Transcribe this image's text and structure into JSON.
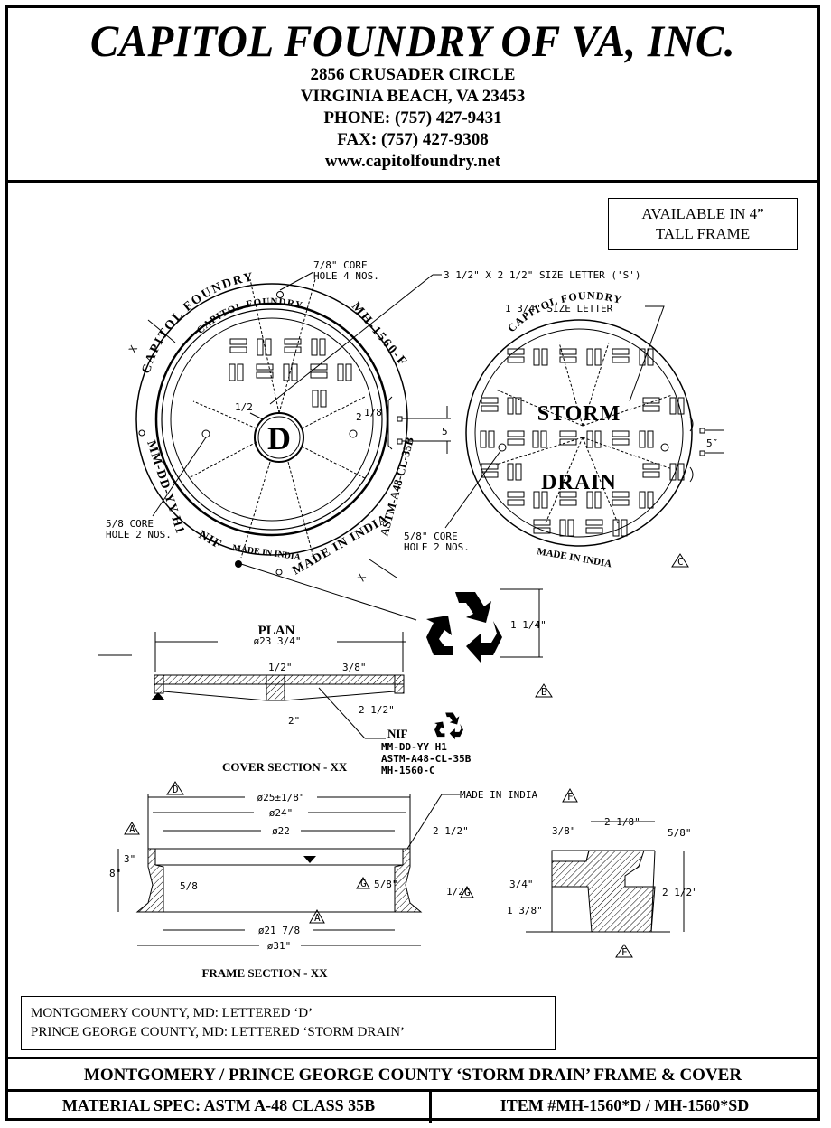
{
  "header": {
    "company": "CAPITOL FOUNDRY OF VA, INC.",
    "address_line1": "2856 CRUSADER CIRCLE",
    "address_line2": "VIRGINIA BEACH, VA 23453",
    "phone": "PHONE: (757) 427-9431",
    "fax": "FAX: (757) 427-9308",
    "website": "www.capitolfoundry.net"
  },
  "availability_note": {
    "line1": "AVAILABLE IN 4”",
    "line2": "TALL FRAME"
  },
  "cover_d": {
    "rim_text_top": "CAPITOL FOUNDRY",
    "rim_text_right": "MH-1560-F",
    "inner_text_top": "CAPITOL FOUNDRY",
    "rim_text_left": "MM-DD-YY H1",
    "rim_text_bottom": "NIF  MADE IN INDIA  ASTM-A48-CL-35B",
    "inner_text_bottom": "MADE IN INDIA",
    "center_letter": "D",
    "label_core_top": "7/8\" CORE",
    "label_core_top2": "HOLE 4 NOS.",
    "label_core_bottom": "5/8 CORE",
    "label_core_bottom2": "HOLE 2 NOS.",
    "dim_half": "1/2",
    "dim_two_eighth": "2",
    "dim_two_eighth_frac": "1/8",
    "dim_five": "5",
    "section_mark": "X"
  },
  "cover_sd": {
    "top_text": "CAPITOL FOUNDRY",
    "word1": "STORM",
    "word2": "DRAIN",
    "bottom_text": "MADE IN INDIA",
    "dim_five": "5″",
    "label_core": "5/8\" CORE",
    "label_core2": "HOLE 2 NOS.",
    "detail_mark": "C"
  },
  "callouts": {
    "letter_s": "3 1/2\" X 2 1/2\" SIZE LETTER ('S')",
    "letter_size": "1 3/4\" SIZE LETTER",
    "recycle_height": "1 1/4\"",
    "detail_b": "B"
  },
  "cover_section": {
    "plan_label": "PLAN",
    "diameter": "ø23 3/4\"",
    "dim_half": "1/2\"",
    "dim_3_8": "3/8\"",
    "dim_2_half": "2 1/2\"",
    "dim_2": "2\"",
    "title": "COVER SECTION - XX",
    "marking_nif": "NIF",
    "marking_date": "MM-DD-YY   H1",
    "marking_astm": "ASTM-A48-CL-35B",
    "marking_item": "MH-1560-C"
  },
  "frame_section": {
    "detail_d": "D",
    "dia_25": "ø25±1/8\"",
    "dia_24": "ø24\"",
    "dia_22": "ø22",
    "dia_21": "ø21 7/8",
    "dia_31": "ø31\"",
    "dim_3": "3\"",
    "dim_8": "8\"",
    "dim_5_8": "5/8",
    "dim_5_8b": "5/8\"",
    "dim_half": "1/2\"",
    "dim_2_half": "2 1/2\"",
    "made_in_india": "MADE IN INDIA",
    "detail_a": "A",
    "detail_g": "G",
    "detail_f": "F",
    "title": "FRAME SECTION - XX"
  },
  "detail_f_section": {
    "dim_2_1_8": "2 1/8\"",
    "dim_3_8": "3/8\"",
    "dim_5_8": "5/8\"",
    "dim_3_4": "3/4\"",
    "dim_1_3_8": "1 3/8\"",
    "dim_2_1_2": "2 1/2\"",
    "label": "F"
  },
  "notes": {
    "line1": "MONTGOMERY COUNTY, MD:  LETTERED ‘D’",
    "line2": "PRINCE GEORGE COUNTY, MD:  LETTERED ‘STORM DRAIN’"
  },
  "footer": {
    "title": "MONTGOMERY / PRINCE GEORGE COUNTY ‘STORM DRAIN’ FRAME & COVER",
    "material_spec": "MATERIAL SPEC:  ASTM A-48 CLASS 35B",
    "item_number": "ITEM #MH-1560*D / MH-1560*SD"
  }
}
